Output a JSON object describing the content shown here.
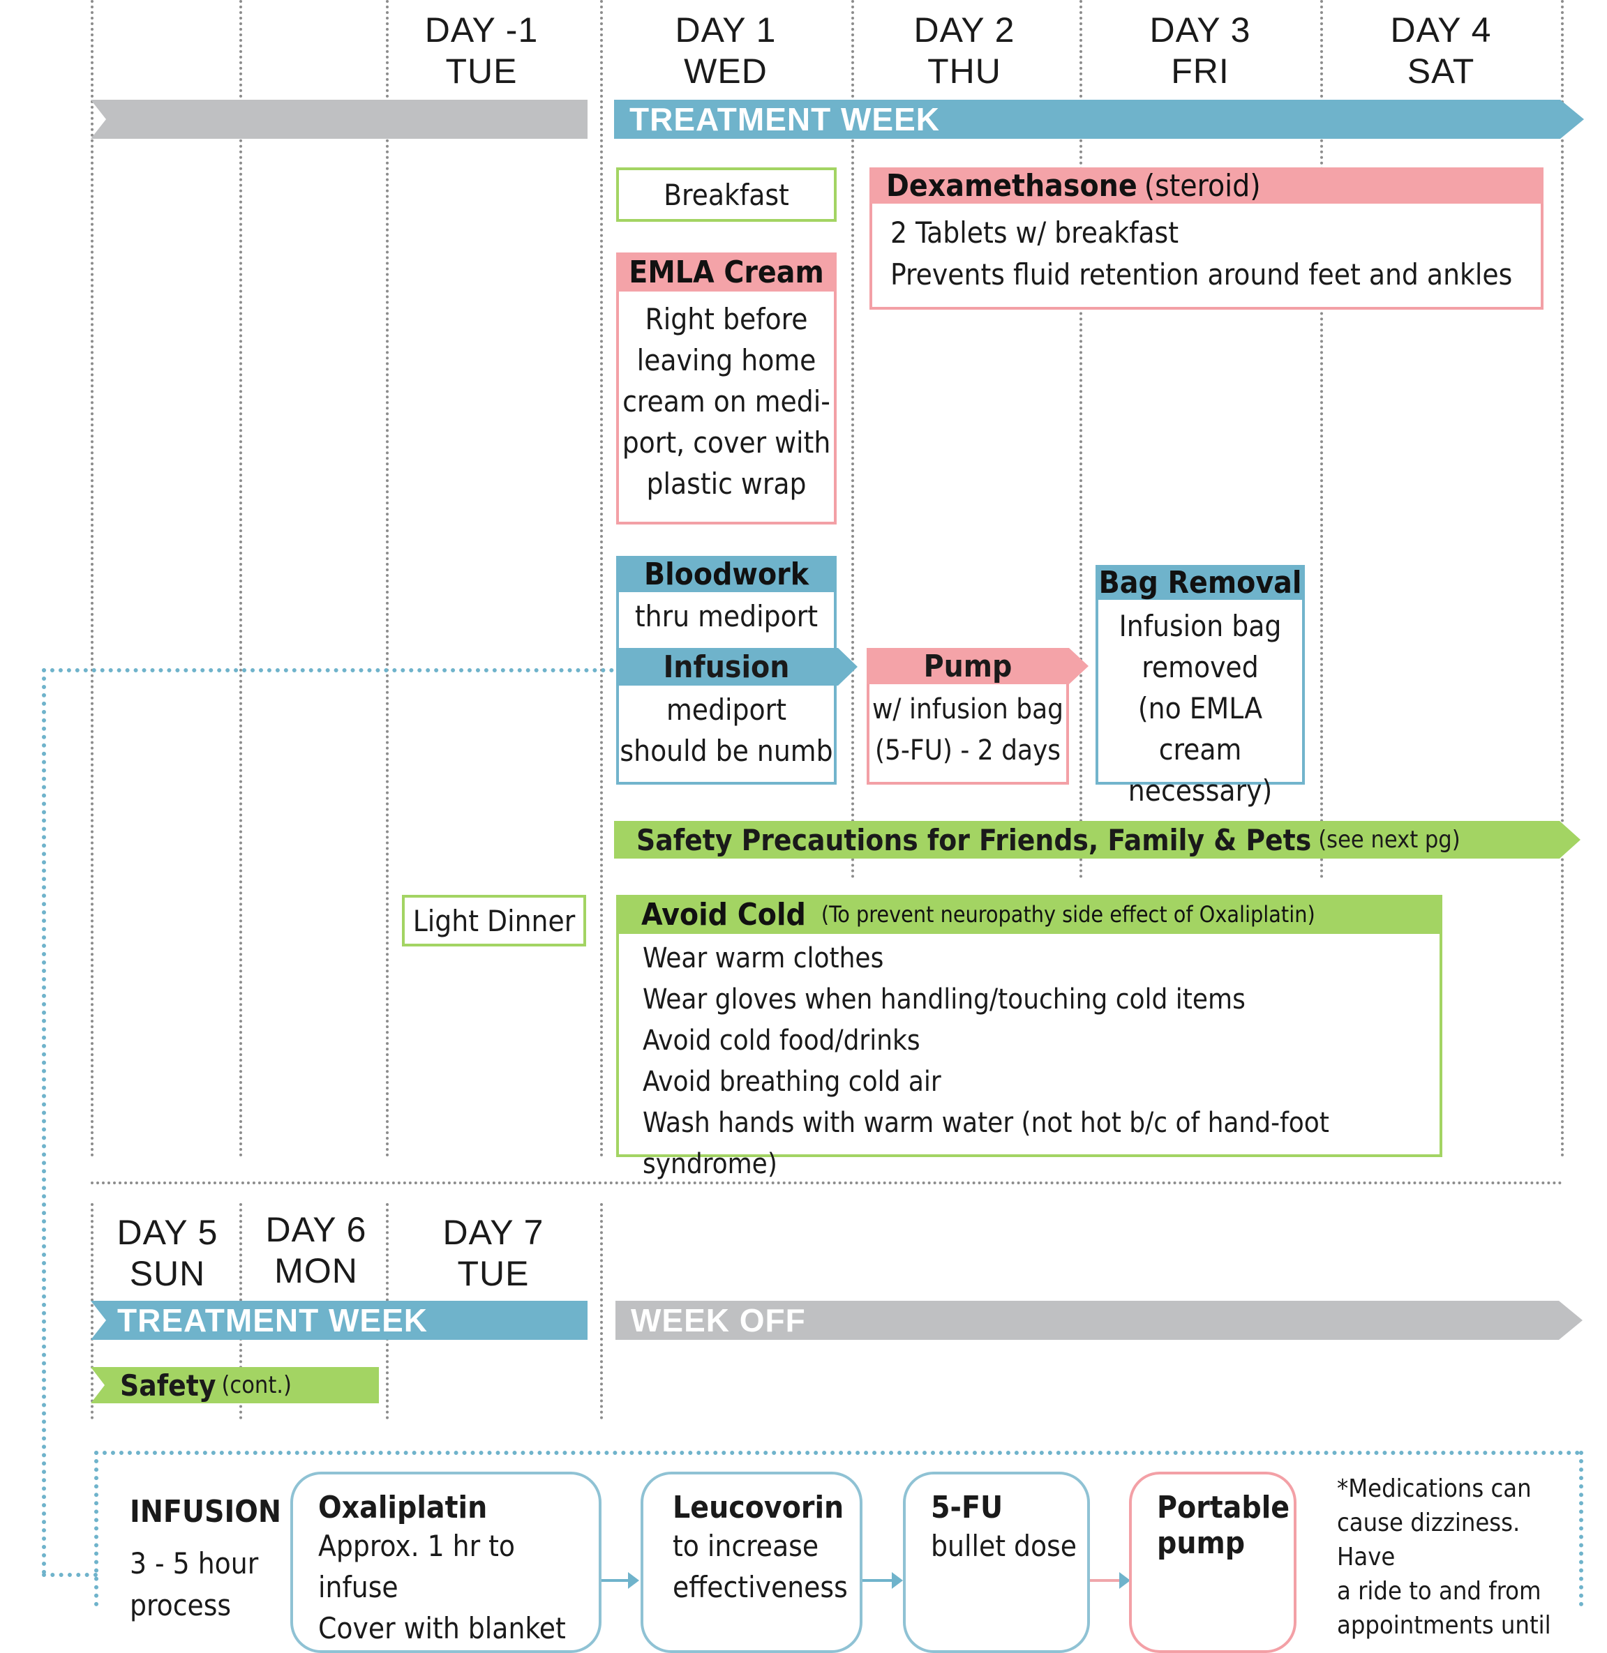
{
  "week1_days": [
    {
      "num": "DAY -1",
      "dow": "TUE"
    },
    {
      "num": "DAY 1",
      "dow": "WED"
    },
    {
      "num": "DAY 2",
      "dow": "THU"
    },
    {
      "num": "DAY 3",
      "dow": "FRI"
    },
    {
      "num": "DAY 4",
      "dow": "SAT"
    }
  ],
  "week2_days": [
    {
      "num": "DAY 5",
      "dow": "SUN"
    },
    {
      "num": "DAY 6",
      "dow": "MON"
    },
    {
      "num": "DAY 7",
      "dow": "TUE"
    }
  ],
  "bands": {
    "treatment_week": "TREATMENT WEEK",
    "treatment_week_2": "TREATMENT WEEK",
    "week_off": "WEEK OFF",
    "safety_title": "Safety Precautions for Friends, Family & Pets",
    "safety_note": "(see next pg)",
    "safety_cont_title": "Safety",
    "safety_cont_note": "(cont.)"
  },
  "breakfast": "Breakfast",
  "light_dinner": "Light Dinner",
  "emla": {
    "title": "EMLA Cream",
    "lines": [
      "Right before",
      "leaving home",
      "cream on medi-",
      "port, cover with",
      "plastic wrap"
    ]
  },
  "dexamethasone": {
    "title": "Dexamethasone",
    "note": "(steroid)",
    "lines": [
      "2 Tablets w/ breakfast",
      "Prevents fluid retention around feet and ankles"
    ]
  },
  "bloodwork": {
    "title": "Bloodwork",
    "lines": [
      "thru mediport"
    ]
  },
  "infusion_box": {
    "title": "Infusion",
    "lines": [
      "mediport",
      "should be numb"
    ]
  },
  "pump": {
    "title": "Pump",
    "lines": [
      "w/ infusion bag",
      "(5-FU) - 2 days"
    ]
  },
  "bag_removal": {
    "title": "Bag Removal",
    "lines": [
      "Infusion bag",
      "removed",
      "(no EMLA cream",
      "necessary)"
    ]
  },
  "avoid_cold": {
    "title": "Avoid Cold",
    "note": "(To prevent neuropathy side effect of Oxaliplatin)",
    "lines": [
      "Wear warm clothes",
      "Wear gloves when handling/touching cold items",
      "Avoid cold food/drinks",
      "Avoid breathing cold air",
      "Wash hands with warm water (not hot b/c of hand-foot syndrome)"
    ]
  },
  "infusion_process": {
    "title": "INFUSION",
    "lines": [
      "3 - 5 hour",
      "process"
    ]
  },
  "steps": [
    {
      "title": "Oxaliplatin",
      "lines": [
        "Approx. 1 hr to infuse",
        "Cover with blanket"
      ]
    },
    {
      "title": "Leucovorin",
      "lines": [
        "to increase",
        "effectiveness"
      ]
    },
    {
      "title": "5-FU",
      "lines": [
        "bullet dose"
      ]
    },
    {
      "title": "Portable",
      "lines": [
        "pump"
      ]
    }
  ],
  "note": {
    "lines": [
      "*Medications can",
      "cause dizziness. Have",
      "a ride to and from",
      "appointments until"
    ]
  },
  "colors": {
    "blue": "#6fb3cb",
    "gray": "#bfc0c2",
    "green": "#a3d463",
    "pink": "#f4a3a8"
  }
}
